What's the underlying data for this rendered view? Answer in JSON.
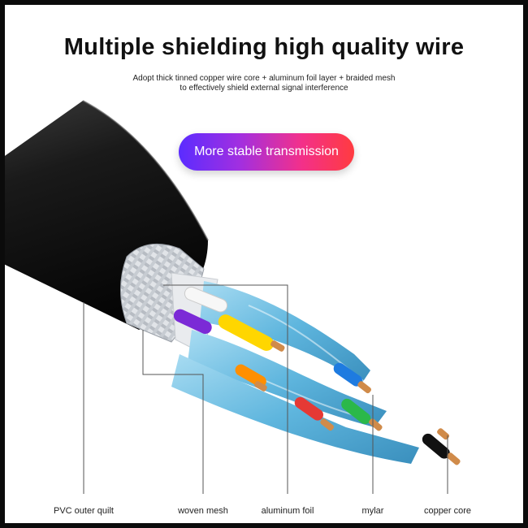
{
  "header": {
    "title": "Multiple shielding high quality wire",
    "subtitle_line1": "Adopt thick tinned copper wire core + aluminum foil layer + braided mesh",
    "subtitle_line2": "to effectively shield external signal interference"
  },
  "badge": {
    "text": "More stable transmission",
    "gradient": [
      "#5b2cff",
      "#a22fe0",
      "#f3308a",
      "#ff3b40"
    ]
  },
  "cable": {
    "jacket_color": "#1c1c1c",
    "shield_color": "#cfd3d8",
    "pair_insulation_color": "#6ec3e8",
    "conductor_colors": [
      "#ffffff",
      "#e53935",
      "#2bb84a",
      "#7b2ad6",
      "#ffd600",
      "#ff8f00",
      "#1e7be0",
      "#111111"
    ],
    "copper_color": "#d08b4a"
  },
  "labels": [
    {
      "id": "pvc",
      "text": "PVC outer quilt"
    },
    {
      "id": "mesh",
      "text": "woven mesh"
    },
    {
      "id": "foil",
      "text": "aluminum foil"
    },
    {
      "id": "mylar",
      "text": "mylar"
    },
    {
      "id": "copper",
      "text": "copper core"
    }
  ]
}
